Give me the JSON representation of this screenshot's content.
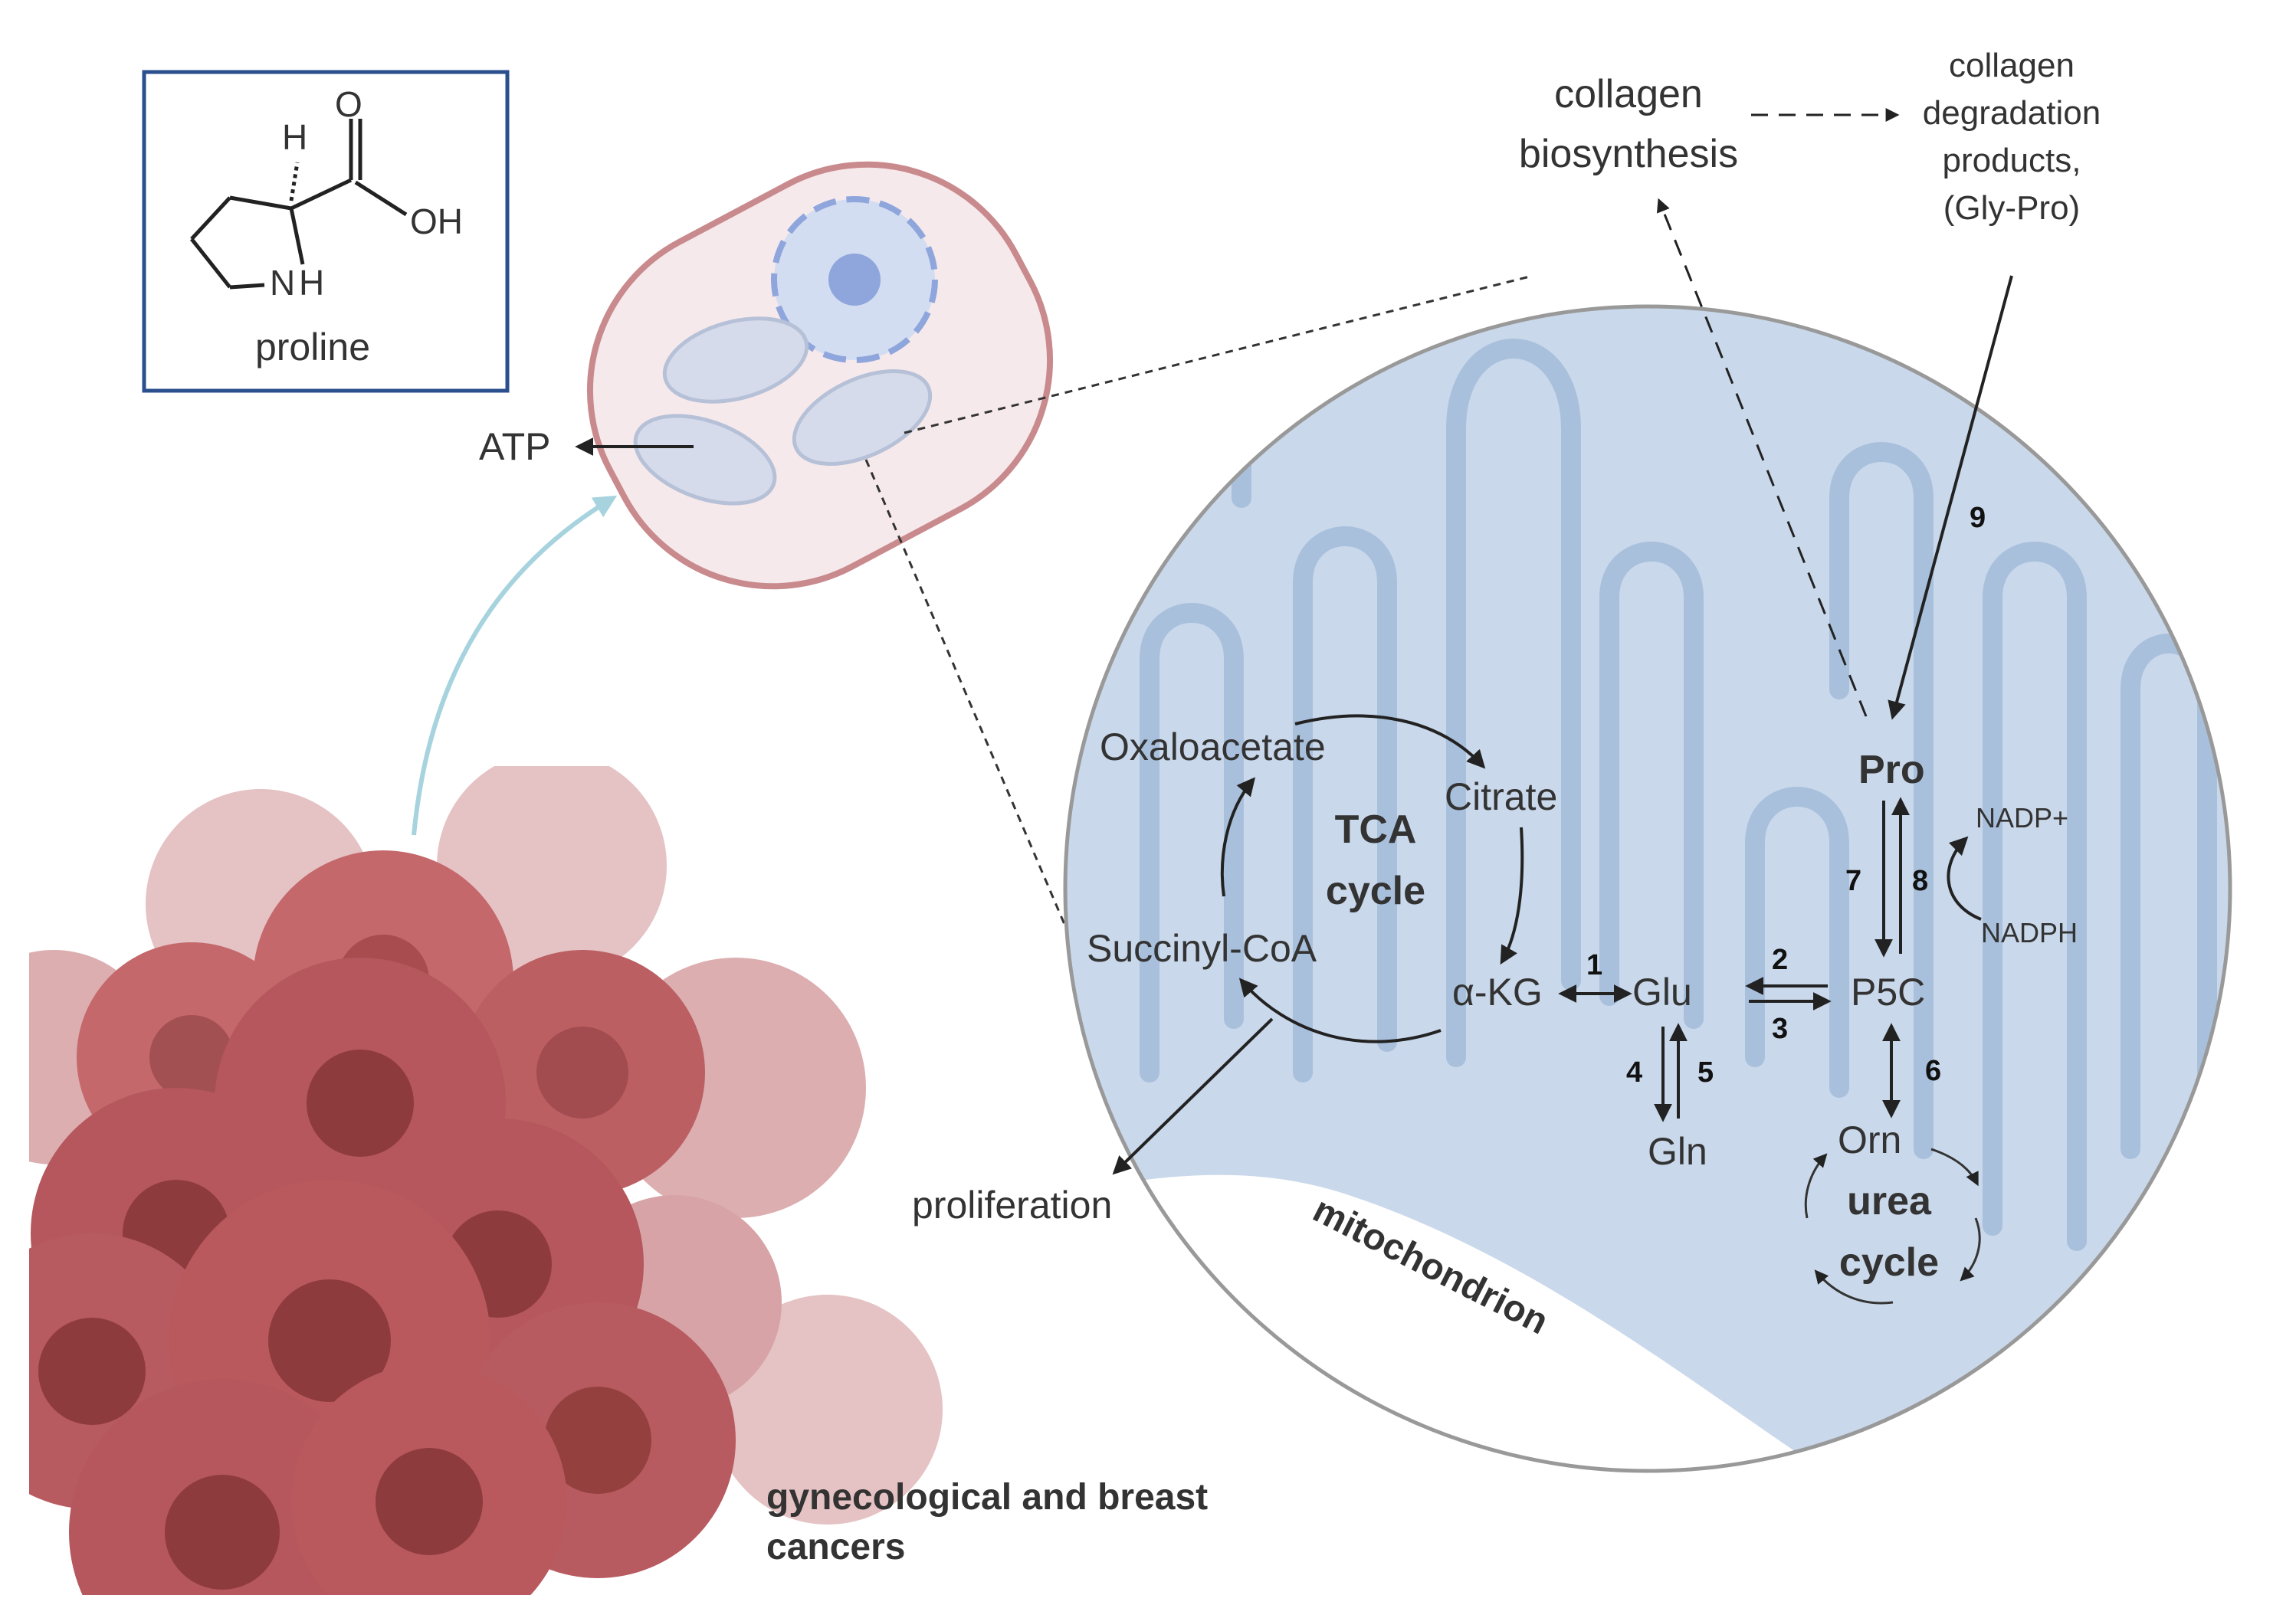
{
  "proline_box": {
    "label": "proline",
    "atom_h": "H",
    "atom_o": "O",
    "atom_oh": "OH",
    "atom_n": "N",
    "atom_nh_h": "H"
  },
  "cell": {
    "atp": "ATP"
  },
  "cancer": {
    "line1": "gynecological and breast",
    "line2": "cancers"
  },
  "mitochondrion": {
    "label": "mitochondrion",
    "tca_line1": "TCA",
    "tca_line2": "cycle",
    "urea_line1": "urea",
    "urea_line2": "cycle"
  },
  "metabolites": {
    "oxaloacetate": "Oxaloacetate",
    "citrate": "Citrate",
    "succinyl_coa": "Succinyl-CoA",
    "akg": "α-KG",
    "glu": "Glu",
    "gln": "Gln",
    "p5c": "P5C",
    "pro": "Pro",
    "orn": "Orn",
    "nadp_plus": "NADP+",
    "nadph": "NADPH"
  },
  "outputs": {
    "proliferation": "proliferation",
    "collagen_bio_line1": "collagen",
    "collagen_bio_line2": "biosynthesis",
    "collagen_deg_line1": "collagen",
    "collagen_deg_line2": "degradation",
    "collagen_deg_line3": "products,",
    "collagen_deg_line4": "(Gly-Pro)"
  },
  "steps": [
    "1",
    "2",
    "3",
    "4",
    "5",
    "6",
    "7",
    "8",
    "9"
  ],
  "colors": {
    "mito_fill": "#c9d8ea",
    "cristae": "#a9c0dc",
    "cell_fill": "#f6e9eb",
    "cell_border": "#c98a8e",
    "nucleus": "#8fa6dc",
    "cancer_dark": "#8e3b3e",
    "cancer_mid": "#b5575c",
    "cancer_light": "#d9a3a5",
    "arrow_blue": "#a6d3de",
    "box_border": "#2a4f8c",
    "oxygen_red": "#e03c3c",
    "nitrogen_blue": "#2a6db5"
  }
}
